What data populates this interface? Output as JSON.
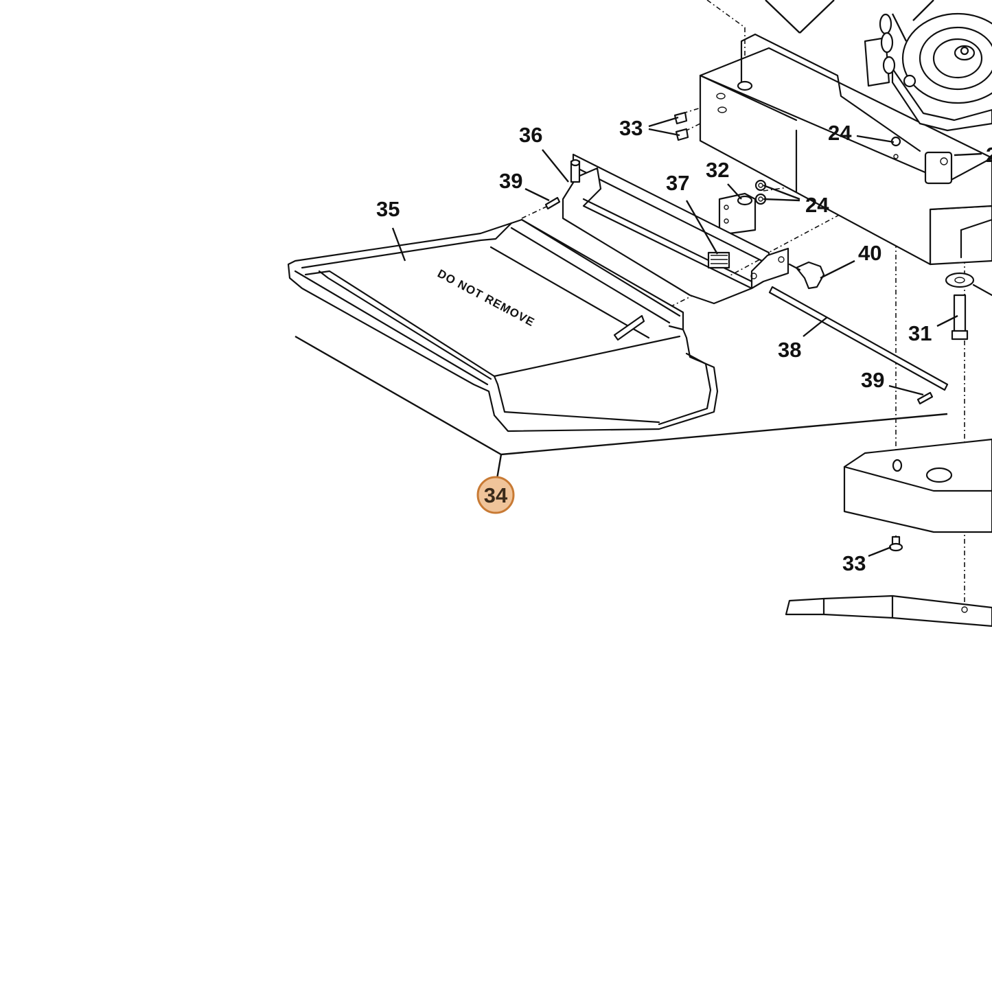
{
  "diagram": {
    "callouts": {
      "c33a": "33",
      "c36": "36",
      "c24a": "24",
      "c2x": "2",
      "c39a": "39",
      "c32": "32",
      "c37": "37",
      "c24b": "24",
      "c35": "35",
      "c40": "40",
      "c31": "31",
      "c38": "38",
      "c39b": "39",
      "c33b": "33"
    },
    "highlighted_callout": "34",
    "highlight_color": "#f0c49a",
    "highlight_border": "#c87a34",
    "stencil_text": "DO NOT REMOVE"
  }
}
